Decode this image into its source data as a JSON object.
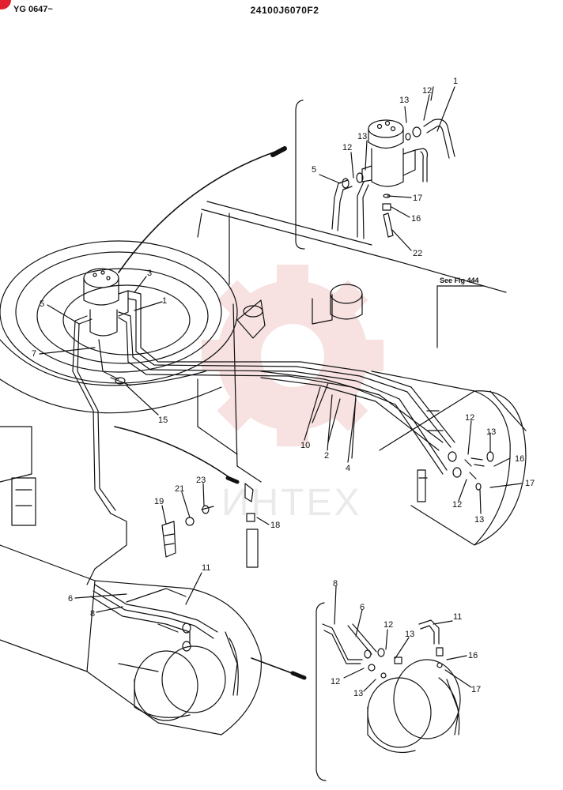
{
  "header": {
    "serial_range": "YG 0647~",
    "drawing_number": "24100J6070F2"
  },
  "watermark": {
    "text": "ИНТЕХ",
    "color": "#f2c9c9"
  },
  "see_fig": "See Fig 444",
  "callouts": {
    "top_inset": [
      "1",
      "13",
      "12",
      "13",
      "12",
      "5",
      "17",
      "16",
      "22"
    ],
    "main": [
      "3",
      "1",
      "5",
      "7",
      "15",
      "10",
      "2",
      "4",
      "12",
      "13",
      "16",
      "17",
      "12",
      "13",
      "21",
      "23",
      "19",
      "18",
      "11",
      "6",
      "8"
    ],
    "bottom_inset": [
      "8",
      "6",
      "12",
      "13",
      "11",
      "16",
      "12",
      "13",
      "17"
    ]
  },
  "colors": {
    "line": "#111111",
    "badge": "#e0202e"
  }
}
